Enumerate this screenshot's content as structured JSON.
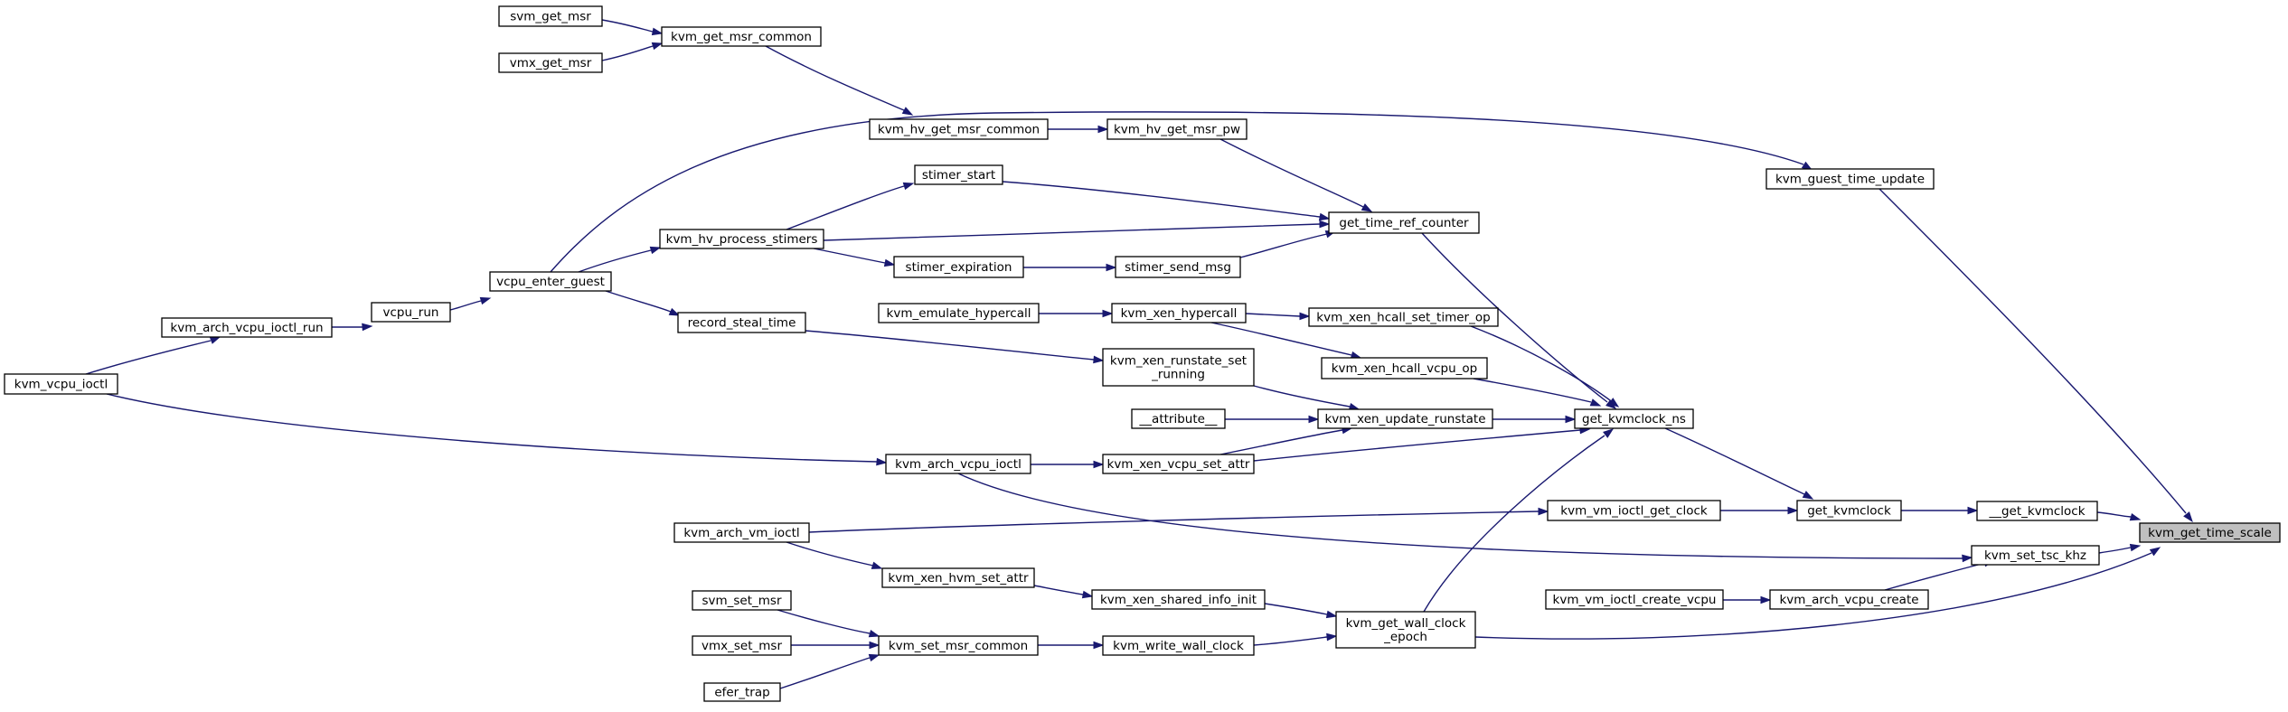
{
  "graph": {
    "edge_color": "#191970",
    "highlight_fill": "#bfbfbf",
    "nodes": [
      {
        "id": "kvm_get_time_scale",
        "lines": [
          "kvm_get_time_scale"
        ],
        "highlight": true
      },
      {
        "id": "__get_kvmclock",
        "lines": [
          "__get_kvmclock"
        ]
      },
      {
        "id": "kvm_set_tsc_khz",
        "lines": [
          "kvm_set_tsc_khz"
        ]
      },
      {
        "id": "kvm_guest_time_update",
        "lines": [
          "kvm_guest_time_update"
        ]
      },
      {
        "id": "kvm_arch_vcpu_create",
        "lines": [
          "kvm_arch_vcpu_create"
        ]
      },
      {
        "id": "get_kvmclock",
        "lines": [
          "get_kvmclock"
        ]
      },
      {
        "id": "kvm_vm_ioctl_create_vcpu",
        "lines": [
          "kvm_vm_ioctl_create_vcpu"
        ]
      },
      {
        "id": "get_kvmclock_ns",
        "lines": [
          "get_kvmclock_ns"
        ]
      },
      {
        "id": "kvm_vm_ioctl_get_clock",
        "lines": [
          "kvm_vm_ioctl_get_clock"
        ]
      },
      {
        "id": "kvm_get_wall_clock_epoch",
        "lines": [
          "kvm_get_wall_clock",
          "_epoch"
        ]
      },
      {
        "id": "get_time_ref_counter",
        "lines": [
          "get_time_ref_counter"
        ]
      },
      {
        "id": "kvm_xen_hcall_set_timer_op",
        "lines": [
          "kvm_xen_hcall_set_timer_op"
        ]
      },
      {
        "id": "kvm_xen_hcall_vcpu_op",
        "lines": [
          "kvm_xen_hcall_vcpu_op"
        ]
      },
      {
        "id": "kvm_xen_update_runstate",
        "lines": [
          "kvm_xen_update_runstate"
        ]
      },
      {
        "id": "kvm_hv_get_msr_pw",
        "lines": [
          "kvm_hv_get_msr_pw"
        ]
      },
      {
        "id": "stimer_start",
        "lines": [
          "stimer_start"
        ]
      },
      {
        "id": "stimer_send_msg",
        "lines": [
          "stimer_send_msg"
        ]
      },
      {
        "id": "kvm_xen_hypercall",
        "lines": [
          "kvm_xen_hypercall"
        ]
      },
      {
        "id": "kvm_xen_runstate_set_running",
        "lines": [
          "kvm_xen_runstate_set",
          "_running"
        ]
      },
      {
        "id": "__attribute__",
        "lines": [
          "__attribute__"
        ]
      },
      {
        "id": "kvm_xen_vcpu_set_attr",
        "lines": [
          "kvm_xen_vcpu_set_attr"
        ]
      },
      {
        "id": "kvm_xen_shared_info_init",
        "lines": [
          "kvm_xen_shared_info_init"
        ]
      },
      {
        "id": "kvm_write_wall_clock",
        "lines": [
          "kvm_write_wall_clock"
        ]
      },
      {
        "id": "kvm_hv_get_msr_common",
        "lines": [
          "kvm_hv_get_msr_common"
        ]
      },
      {
        "id": "kvm_hv_process_stimers",
        "lines": [
          "kvm_hv_process_stimers"
        ]
      },
      {
        "id": "stimer_expiration",
        "lines": [
          "stimer_expiration"
        ]
      },
      {
        "id": "kvm_emulate_hypercall",
        "lines": [
          "kvm_emulate_hypercall"
        ]
      },
      {
        "id": "kvm_arch_vcpu_ioctl",
        "lines": [
          "kvm_arch_vcpu_ioctl"
        ]
      },
      {
        "id": "kvm_xen_hvm_set_attr",
        "lines": [
          "kvm_xen_hvm_set_attr"
        ]
      },
      {
        "id": "kvm_set_msr_common",
        "lines": [
          "kvm_set_msr_common"
        ]
      },
      {
        "id": "kvm_get_msr_common",
        "lines": [
          "kvm_get_msr_common"
        ]
      },
      {
        "id": "record_steal_time",
        "lines": [
          "record_steal_time"
        ]
      },
      {
        "id": "kvm_arch_vm_ioctl",
        "lines": [
          "kvm_arch_vm_ioctl"
        ]
      },
      {
        "id": "svm_set_msr",
        "lines": [
          "svm_set_msr"
        ]
      },
      {
        "id": "vmx_set_msr",
        "lines": [
          "vmx_set_msr"
        ]
      },
      {
        "id": "efer_trap",
        "lines": [
          "efer_trap"
        ]
      },
      {
        "id": "svm_get_msr",
        "lines": [
          "svm_get_msr"
        ]
      },
      {
        "id": "vmx_get_msr",
        "lines": [
          "vmx_get_msr"
        ]
      },
      {
        "id": "vcpu_enter_guest",
        "lines": [
          "vcpu_enter_guest"
        ]
      },
      {
        "id": "vcpu_run",
        "lines": [
          "vcpu_run"
        ]
      },
      {
        "id": "kvm_arch_vcpu_ioctl_run",
        "lines": [
          "kvm_arch_vcpu_ioctl_run"
        ]
      },
      {
        "id": "kvm_vcpu_ioctl",
        "lines": [
          "kvm_vcpu_ioctl"
        ]
      }
    ],
    "edges": [
      {
        "from": "__get_kvmclock",
        "to": "kvm_get_time_scale"
      },
      {
        "from": "kvm_set_tsc_khz",
        "to": "kvm_get_time_scale"
      },
      {
        "from": "kvm_guest_time_update",
        "to": "kvm_get_time_scale"
      },
      {
        "from": "kvm_get_wall_clock_epoch",
        "to": "kvm_get_time_scale"
      },
      {
        "from": "get_kvmclock",
        "to": "__get_kvmclock"
      },
      {
        "from": "kvm_arch_vcpu_create",
        "to": "kvm_set_tsc_khz"
      },
      {
        "from": "kvm_arch_vcpu_ioctl",
        "to": "kvm_set_tsc_khz"
      },
      {
        "from": "vcpu_enter_guest",
        "to": "kvm_guest_time_update"
      },
      {
        "from": "kvm_vm_ioctl_create_vcpu",
        "to": "kvm_arch_vcpu_create"
      },
      {
        "from": "get_kvmclock_ns",
        "to": "get_kvmclock"
      },
      {
        "from": "kvm_vm_ioctl_get_clock",
        "to": "get_kvmclock"
      },
      {
        "from": "get_time_ref_counter",
        "to": "get_kvmclock_ns"
      },
      {
        "from": "kvm_xen_hcall_set_timer_op",
        "to": "get_kvmclock_ns"
      },
      {
        "from": "kvm_xen_hcall_vcpu_op",
        "to": "get_kvmclock_ns"
      },
      {
        "from": "kvm_xen_update_runstate",
        "to": "get_kvmclock_ns"
      },
      {
        "from": "kvm_xen_vcpu_set_attr",
        "to": "get_kvmclock_ns"
      },
      {
        "from": "kvm_get_wall_clock_epoch",
        "to": "get_kvmclock_ns"
      },
      {
        "from": "kvm_arch_vm_ioctl",
        "to": "kvm_vm_ioctl_get_clock"
      },
      {
        "from": "kvm_xen_shared_info_init",
        "to": "kvm_get_wall_clock_epoch"
      },
      {
        "from": "kvm_write_wall_clock",
        "to": "kvm_get_wall_clock_epoch"
      },
      {
        "from": "kvm_hv_get_msr_pw",
        "to": "get_time_ref_counter"
      },
      {
        "from": "stimer_start",
        "to": "get_time_ref_counter"
      },
      {
        "from": "kvm_hv_process_stimers",
        "to": "get_time_ref_counter"
      },
      {
        "from": "stimer_send_msg",
        "to": "get_time_ref_counter"
      },
      {
        "from": "kvm_xen_hypercall",
        "to": "kvm_xen_hcall_set_timer_op"
      },
      {
        "from": "kvm_xen_hypercall",
        "to": "kvm_xen_hcall_vcpu_op"
      },
      {
        "from": "kvm_xen_runstate_set_running",
        "to": "kvm_xen_update_runstate"
      },
      {
        "from": "__attribute__",
        "to": "kvm_xen_update_runstate"
      },
      {
        "from": "kvm_xen_vcpu_set_attr",
        "to": "kvm_xen_update_runstate"
      },
      {
        "from": "kvm_hv_get_msr_common",
        "to": "kvm_hv_get_msr_pw"
      },
      {
        "from": "kvm_hv_process_stimers",
        "to": "stimer_start"
      },
      {
        "from": "stimer_expiration",
        "to": "stimer_send_msg"
      },
      {
        "from": "kvm_emulate_hypercall",
        "to": "kvm_xen_hypercall"
      },
      {
        "from": "record_steal_time",
        "to": "kvm_xen_runstate_set_running"
      },
      {
        "from": "kvm_arch_vcpu_ioctl",
        "to": "kvm_xen_vcpu_set_attr"
      },
      {
        "from": "kvm_xen_hvm_set_attr",
        "to": "kvm_xen_shared_info_init"
      },
      {
        "from": "kvm_set_msr_common",
        "to": "kvm_write_wall_clock"
      },
      {
        "from": "kvm_get_msr_common",
        "to": "kvm_hv_get_msr_common"
      },
      {
        "from": "vcpu_enter_guest",
        "to": "kvm_hv_process_stimers"
      },
      {
        "from": "kvm_hv_process_stimers",
        "to": "stimer_expiration"
      },
      {
        "from": "kvm_vcpu_ioctl",
        "to": "kvm_arch_vcpu_ioctl"
      },
      {
        "from": "kvm_arch_vm_ioctl",
        "to": "kvm_xen_hvm_set_attr"
      },
      {
        "from": "svm_set_msr",
        "to": "kvm_set_msr_common"
      },
      {
        "from": "vmx_set_msr",
        "to": "kvm_set_msr_common"
      },
      {
        "from": "efer_trap",
        "to": "kvm_set_msr_common"
      },
      {
        "from": "svm_get_msr",
        "to": "kvm_get_msr_common"
      },
      {
        "from": "vmx_get_msr",
        "to": "kvm_get_msr_common"
      },
      {
        "from": "vcpu_enter_guest",
        "to": "record_steal_time"
      },
      {
        "from": "vcpu_run",
        "to": "vcpu_enter_guest"
      },
      {
        "from": "kvm_arch_vcpu_ioctl_run",
        "to": "vcpu_run"
      },
      {
        "from": "kvm_vcpu_ioctl",
        "to": "kvm_arch_vcpu_ioctl_run"
      }
    ]
  }
}
